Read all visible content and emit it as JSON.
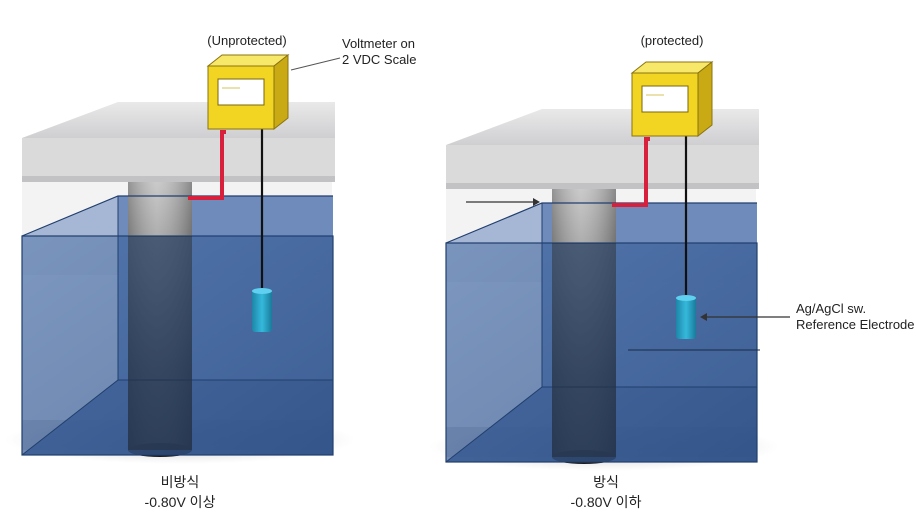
{
  "left_panel": {
    "top_label": "(Unprotected)",
    "caption_line1": "비방식",
    "caption_line2": "-0.80V 이상"
  },
  "right_panel": {
    "top_label": "(protected)",
    "caption_line1": "방식",
    "caption_line2": "-0.80V 이하"
  },
  "voltmeter_callout": {
    "line1": "Voltmeter on",
    "line2": "2 VDC Scale"
  },
  "electrode_callout": {
    "line1": "Ag/AgCl sw.",
    "line2": "Reference Electrode"
  },
  "colors": {
    "water": "#3a5f99",
    "slab": "#d4d4d6",
    "meter": "#f2d522",
    "electrode": "#2aa7cc",
    "wire_red": "#d8203c",
    "pile_dark": "#2b2b2b"
  }
}
